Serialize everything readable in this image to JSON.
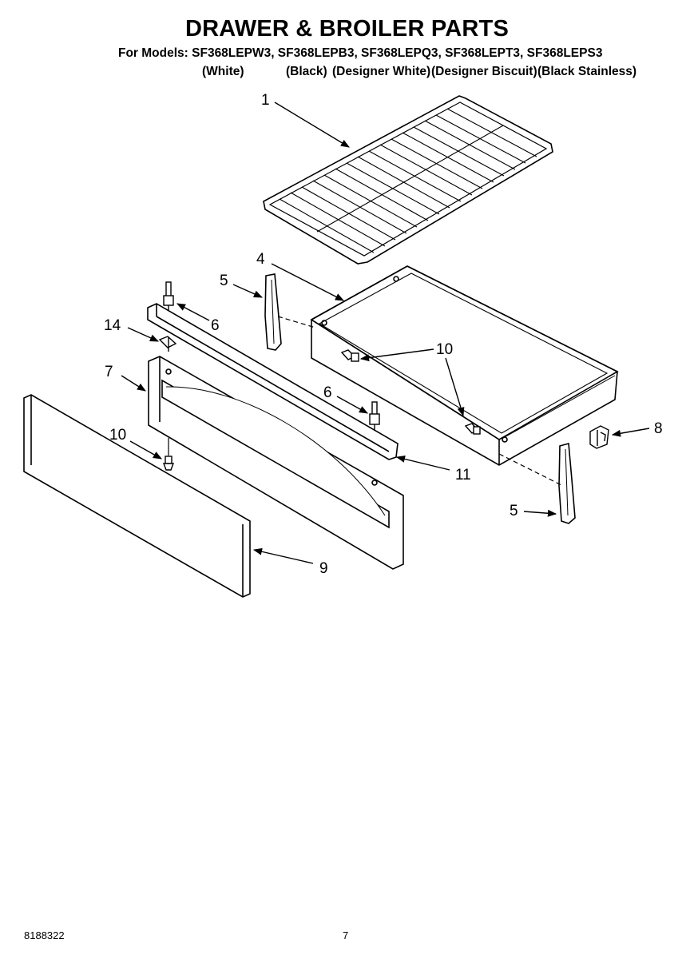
{
  "title": "DRAWER & BROILER PARTS",
  "models_line": "For Models: SF368LEPW3, SF368LEPB3, SF368LEPQ3, SF368LEPT3, SF368LEPS3",
  "color_labels": [
    "(White)",
    "(Black)",
    "(Designer White)",
    "(Designer Biscuit)",
    "(Black Stainless)"
  ],
  "callouts": {
    "rack": "1",
    "drawer": "4",
    "slide_left": "5",
    "slide_right": "5",
    "stud_left": "6",
    "stud_right": "6",
    "panel": "7",
    "clip": "8",
    "front": "9",
    "screw_drawer": "10",
    "screw_panel": "10",
    "bar": "11",
    "bracket": "14"
  },
  "footer": {
    "doc_number": "8188322",
    "page_number": "7"
  }
}
